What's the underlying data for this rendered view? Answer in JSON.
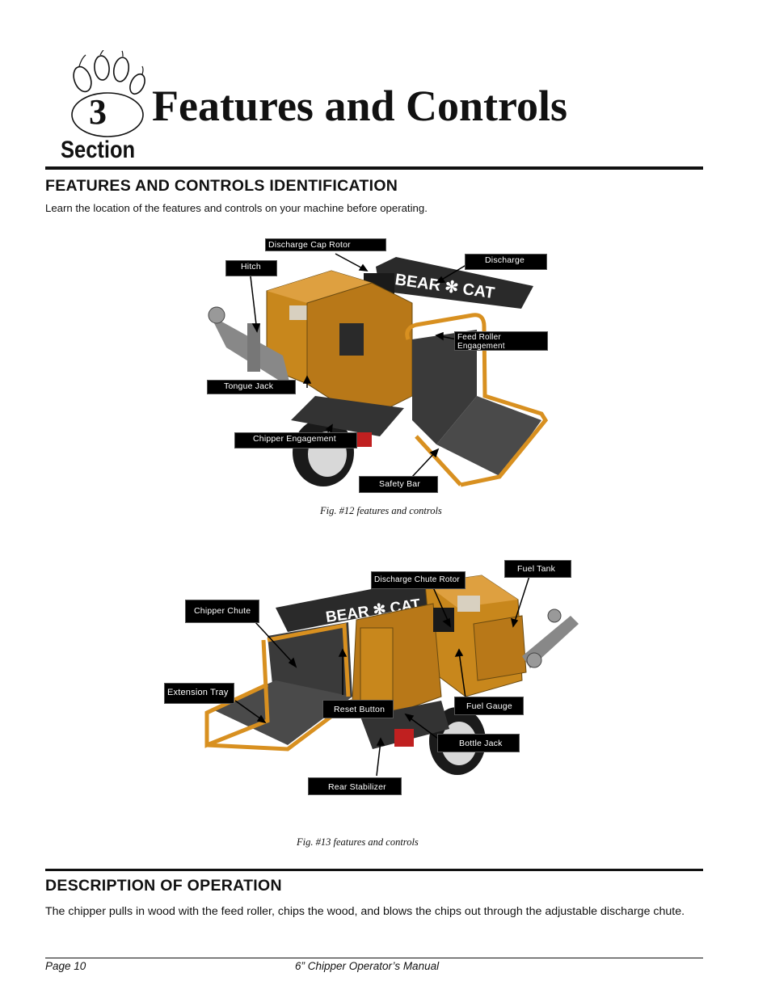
{
  "header": {
    "section_number": "3",
    "section_word": "Section",
    "title": "Features and Controls"
  },
  "identification": {
    "heading": "FEATURES AND CONTROLS IDENTIFICATION",
    "intro": "Learn the location of the features and controls on your machine before operating."
  },
  "figure1": {
    "caption": "Fig. #12 features and controls",
    "labels": {
      "discharge_cap_rotor": "Discharge Cap Rotor",
      "hitch": "Hitch",
      "discharge": "Discharge",
      "feed_roller_engagement": "Feed Roller\nEngagement",
      "tongue_jack": "Tongue Jack",
      "chipper_engagement": "Chipper Engagement",
      "safety_bar": "Safety Bar"
    },
    "brand_text": "BEAR CAT"
  },
  "figure2": {
    "caption": "Fig. #13  features and controls",
    "labels": {
      "fuel_tank": "Fuel Tank",
      "discharge_chute_rotor": "Discharge Chute Rotor",
      "chipper_chute": "Chipper Chute",
      "extension_tray": "Extension Tray",
      "reset_button": "Reset Button",
      "fuel_gauge": "Fuel Gauge",
      "bottle_jack": "Bottle Jack",
      "rear_stabilizer": "Rear Stabilizer"
    },
    "brand_text": "BEAR CAT"
  },
  "operation": {
    "heading": "DESCRIPTION OF OPERATION",
    "text": "The chipper pulls in wood with the feed roller, chips the wood, and blows the chips out through the adjustable discharge chute."
  },
  "footer": {
    "page": "Page 10",
    "manual": "6” Chipper Operator’s Manual"
  },
  "colors": {
    "machine_orange": "#c8871c",
    "machine_dark": "#2a2a2a"
  }
}
